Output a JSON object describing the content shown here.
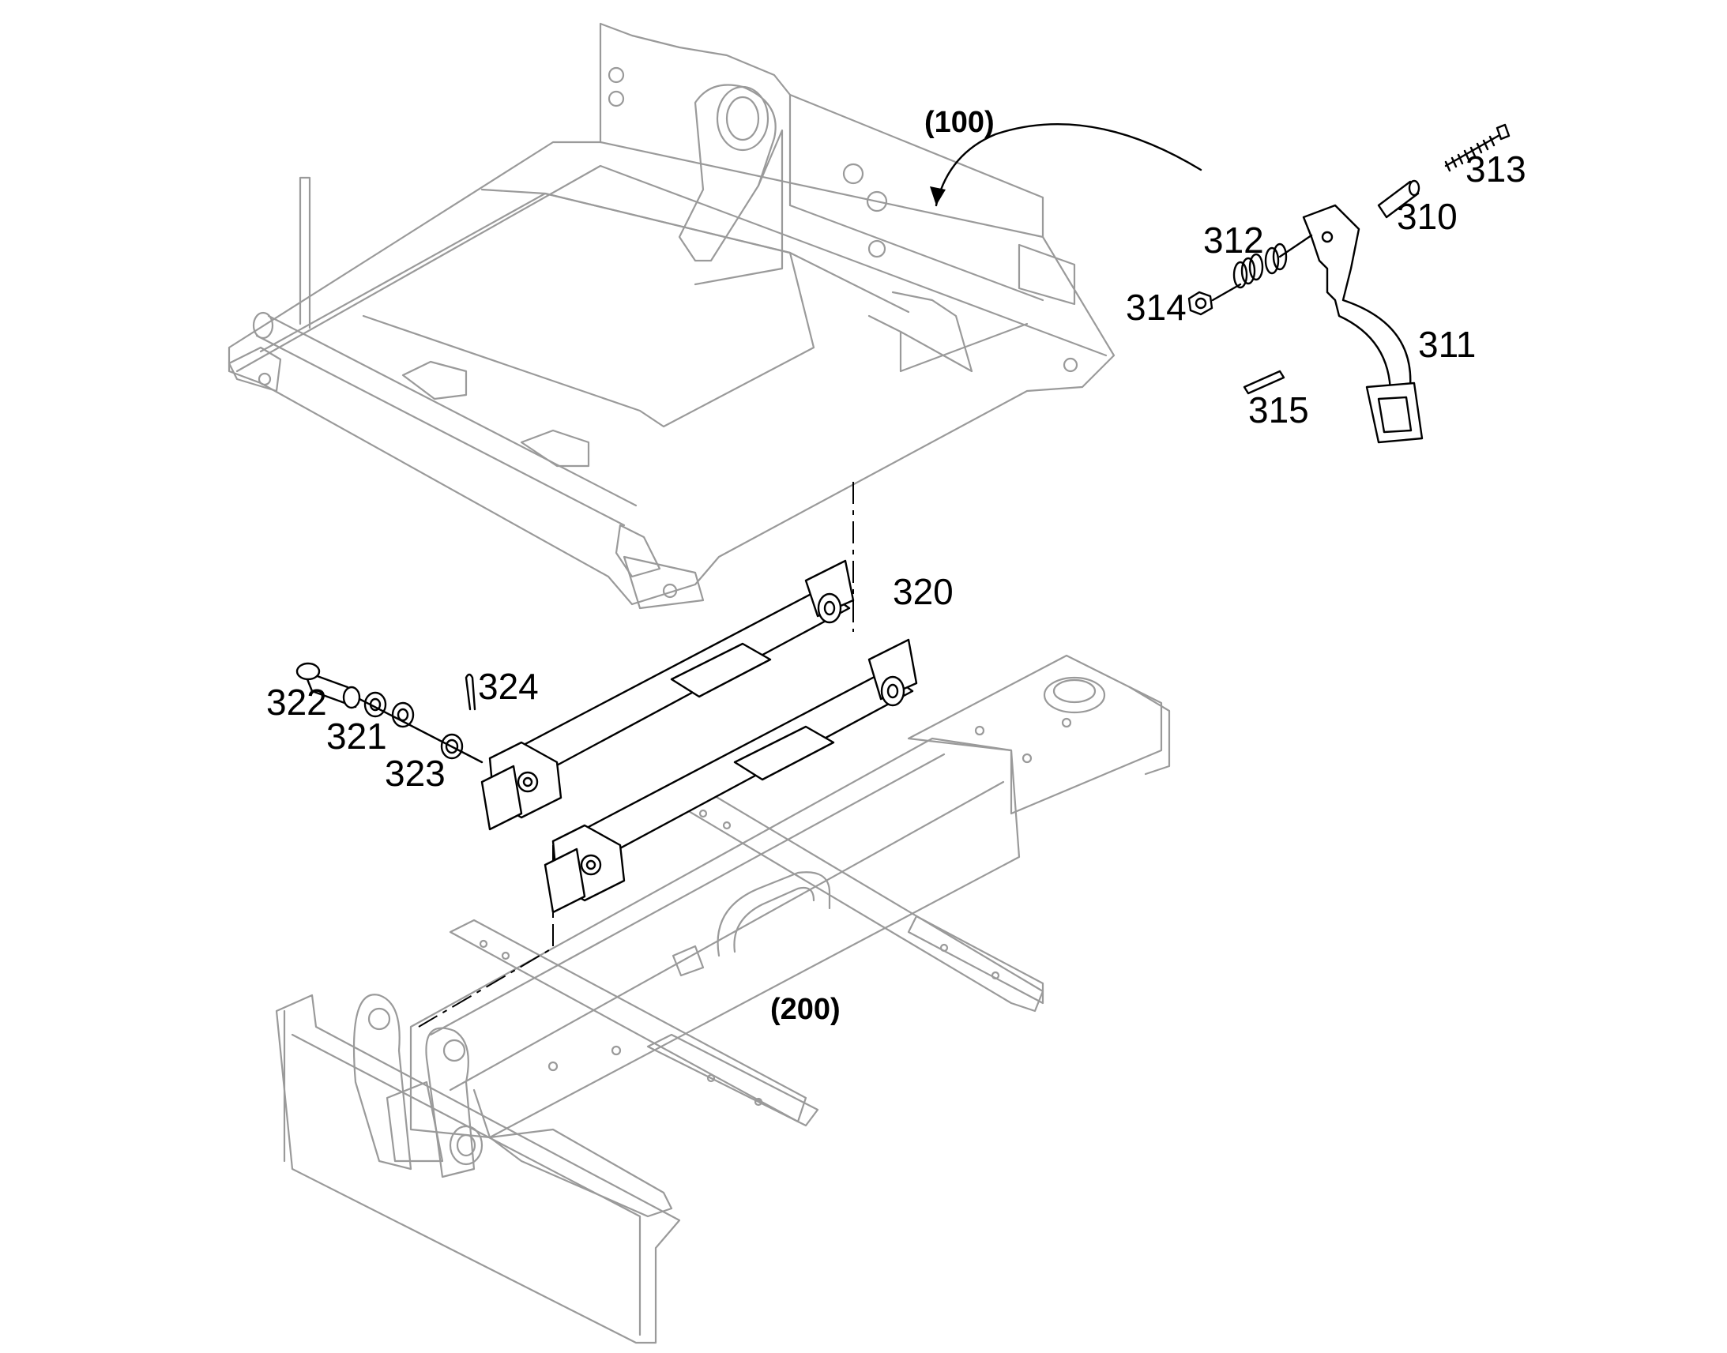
{
  "assemblies": {
    "seat_frame": "(100)",
    "base_frame": "(200)"
  },
  "callouts": {
    "p310": "310",
    "p311": "311",
    "p312": "312",
    "p313": "313",
    "p314": "314",
    "p315": "315",
    "p320": "320",
    "p321": "321",
    "p322": "322",
    "p323": "323",
    "p324": "324"
  },
  "colors": {
    "assembly_lines": "#9a9a9a",
    "part_lines": "#000000",
    "background": "#ffffff"
  }
}
